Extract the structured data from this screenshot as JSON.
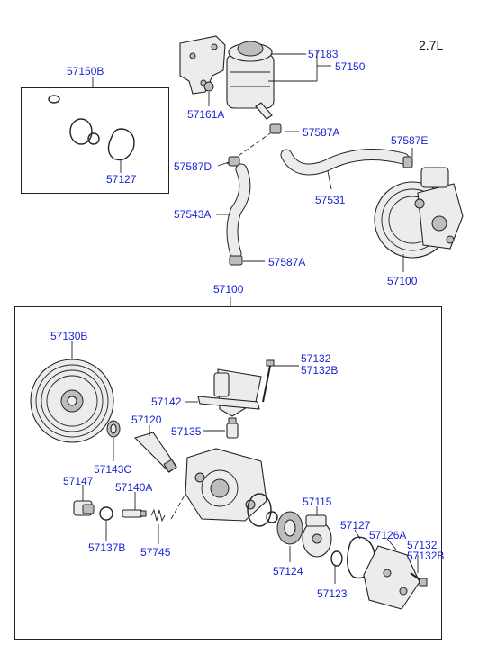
{
  "engine_label": "2.7L",
  "colors": {
    "callout": "#1a23d6",
    "line": "#222222"
  },
  "callouts": {
    "c57150B": "57150B",
    "c57127_top": "57127",
    "c57183": "57183",
    "c57150": "57150",
    "c57161A": "57161A",
    "c57587A_top": "57587A",
    "c57587E": "57587E",
    "c57587D": "57587D",
    "c57531": "57531",
    "c57543A": "57543A",
    "c57587A_bot": "57587A",
    "c57100_right": "57100",
    "c57100_main": "57100",
    "c57130B": "57130B",
    "c57132_top": "57132",
    "c57132B_top": "57132B",
    "c57142": "57142",
    "c57120": "57120",
    "c57135": "57135",
    "c57143C": "57143C",
    "c57147": "57147",
    "c57140A": "57140A",
    "c57137B": "57137B",
    "c57745": "57745",
    "c57115": "57115",
    "c57127_bot": "57127",
    "c57126A": "57126A",
    "c57132_bot": "57132",
    "c57132B_bot": "57132B",
    "c57124": "57124",
    "c57123": "57123"
  }
}
